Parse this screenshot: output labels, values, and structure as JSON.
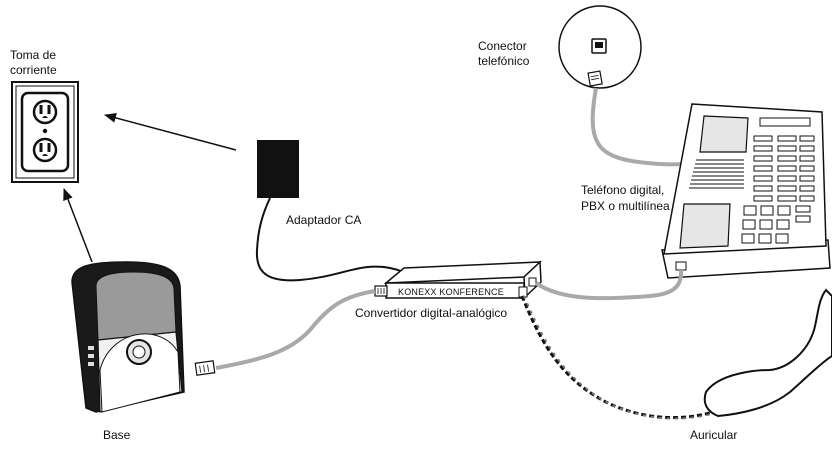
{
  "labels": {
    "outlet_line1": "Toma de",
    "outlet_line2": "corriente",
    "jack_line1": "Conector",
    "jack_line2": "telefónico",
    "phone_line1": "Teléfono digital,",
    "phone_line2": "PBX o multilínea",
    "ac_adapter": "Adaptador CA",
    "converter_box": "KONEXX KONFERENCE",
    "converter_caption": "Convertidor digital-analógico",
    "base": "Base",
    "handset": "Auricular"
  },
  "colors": {
    "line_black": "#111111",
    "cable_gray": "#a9a9a9",
    "base_screen": "#9a9a9a",
    "phone_panel": "#e6e6e6"
  },
  "icons": [
    "wall-outlet-icon",
    "phone-jack-icon",
    "ac-adapter-icon",
    "converter-box-icon",
    "base-unit-icon",
    "desk-phone-icon",
    "handset-icon",
    "rj-plug-icon"
  ]
}
